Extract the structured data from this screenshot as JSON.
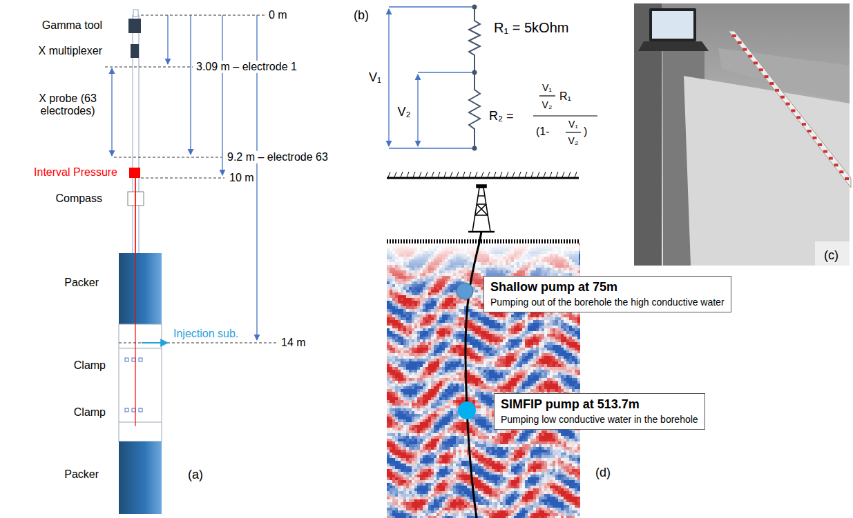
{
  "diagram": {
    "nodes": [
      {
        "text": [
          "Shallow pump at 75m",
          "Pumping out of the borehole the high conductive water"
        ]
      },
      {
        "text": [
          "SIMFIP pump at 513.7m",
          "Pumping low conductive water in the borehole"
        ]
      }
    ],
    "labels": [
      "Gamma tool",
      "X multiplexer",
      "X probe (63 electrodes)",
      "Interval Pressure",
      "Compass",
      "Packer",
      "Clamp",
      "Clamp",
      "Packer",
      "Injection sub.",
      "0 m",
      "3.09 m – electrode 1",
      "9.2 m – electrode 63",
      "10 m",
      "14 m",
      "(a)",
      "(b)",
      "V₁",
      "V₂",
      "R₁ = 5kOhm",
      "R₂ =",
      "V₁",
      "V₂",
      "R₁",
      "(1-",
      "V₁",
      "V₂",
      ")",
      "(c)",
      "(d)"
    ]
  }
}
